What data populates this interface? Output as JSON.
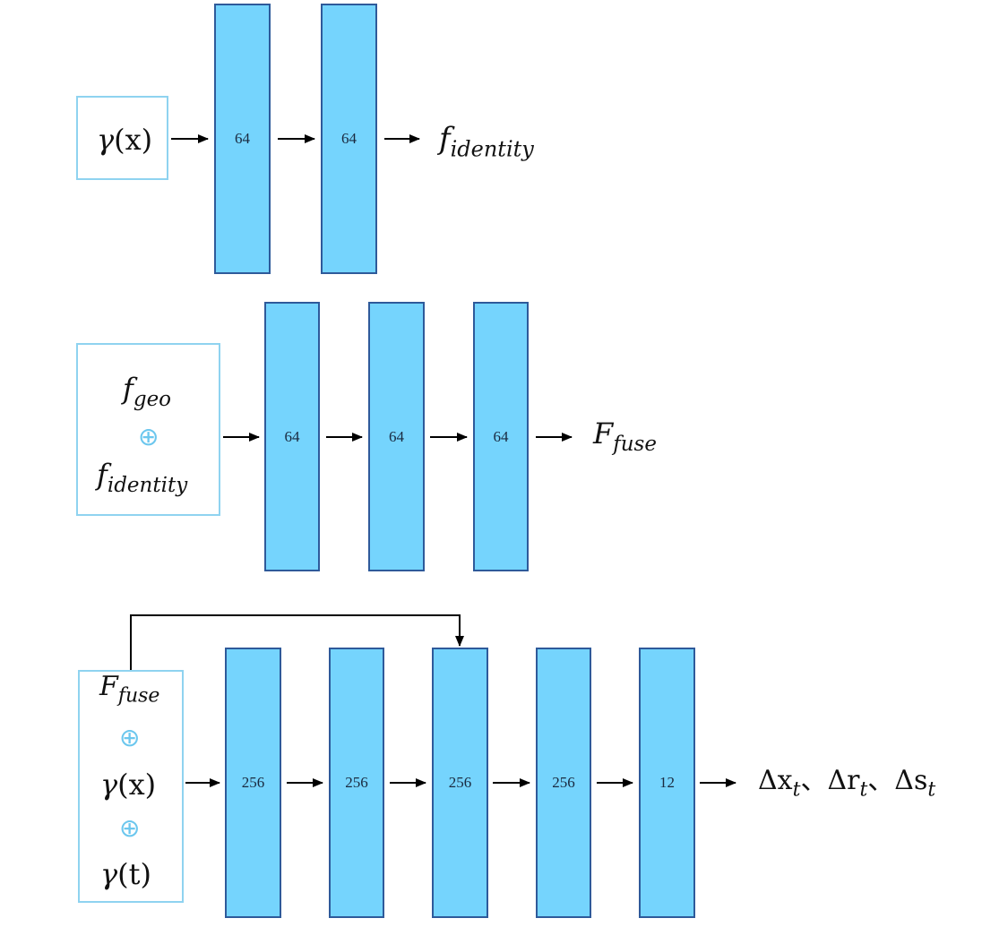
{
  "colors": {
    "layer_fill": "#75d4fd",
    "layer_border": "#2e5a9a",
    "input_border": "#8fd3f0",
    "oplus": "#6cc7ee",
    "arrow": "#000000"
  },
  "block1": {
    "input": {
      "gamma": "γ",
      "arg": "(x)"
    },
    "layers": [
      "64",
      "64"
    ],
    "output": {
      "main": "f",
      "sub": "identity"
    }
  },
  "block2": {
    "input": {
      "term1": {
        "main": "f",
        "sub": "geo"
      },
      "op": "⊕",
      "term2": {
        "main": "f",
        "sub": "identity"
      }
    },
    "layers": [
      "64",
      "64",
      "64"
    ],
    "output": {
      "main": "F",
      "sub": "fuse"
    }
  },
  "block3": {
    "input": {
      "term1": {
        "main": "F",
        "sub": "fuse"
      },
      "op1": "⊕",
      "term2": {
        "gamma": "γ",
        "arg": "(x)"
      },
      "op2": "⊕",
      "term3": {
        "gamma": "γ",
        "arg": "(t)"
      }
    },
    "layers": [
      "256",
      "256",
      "256",
      "256",
      "12"
    ],
    "output": {
      "dx": {
        "main": "Δx",
        "sub": "t"
      },
      "sep1": "、",
      "dr": {
        "main": "Δr",
        "sub": "t"
      },
      "sep2": "、",
      "ds": {
        "main": "Δs",
        "sub": "t"
      }
    }
  }
}
